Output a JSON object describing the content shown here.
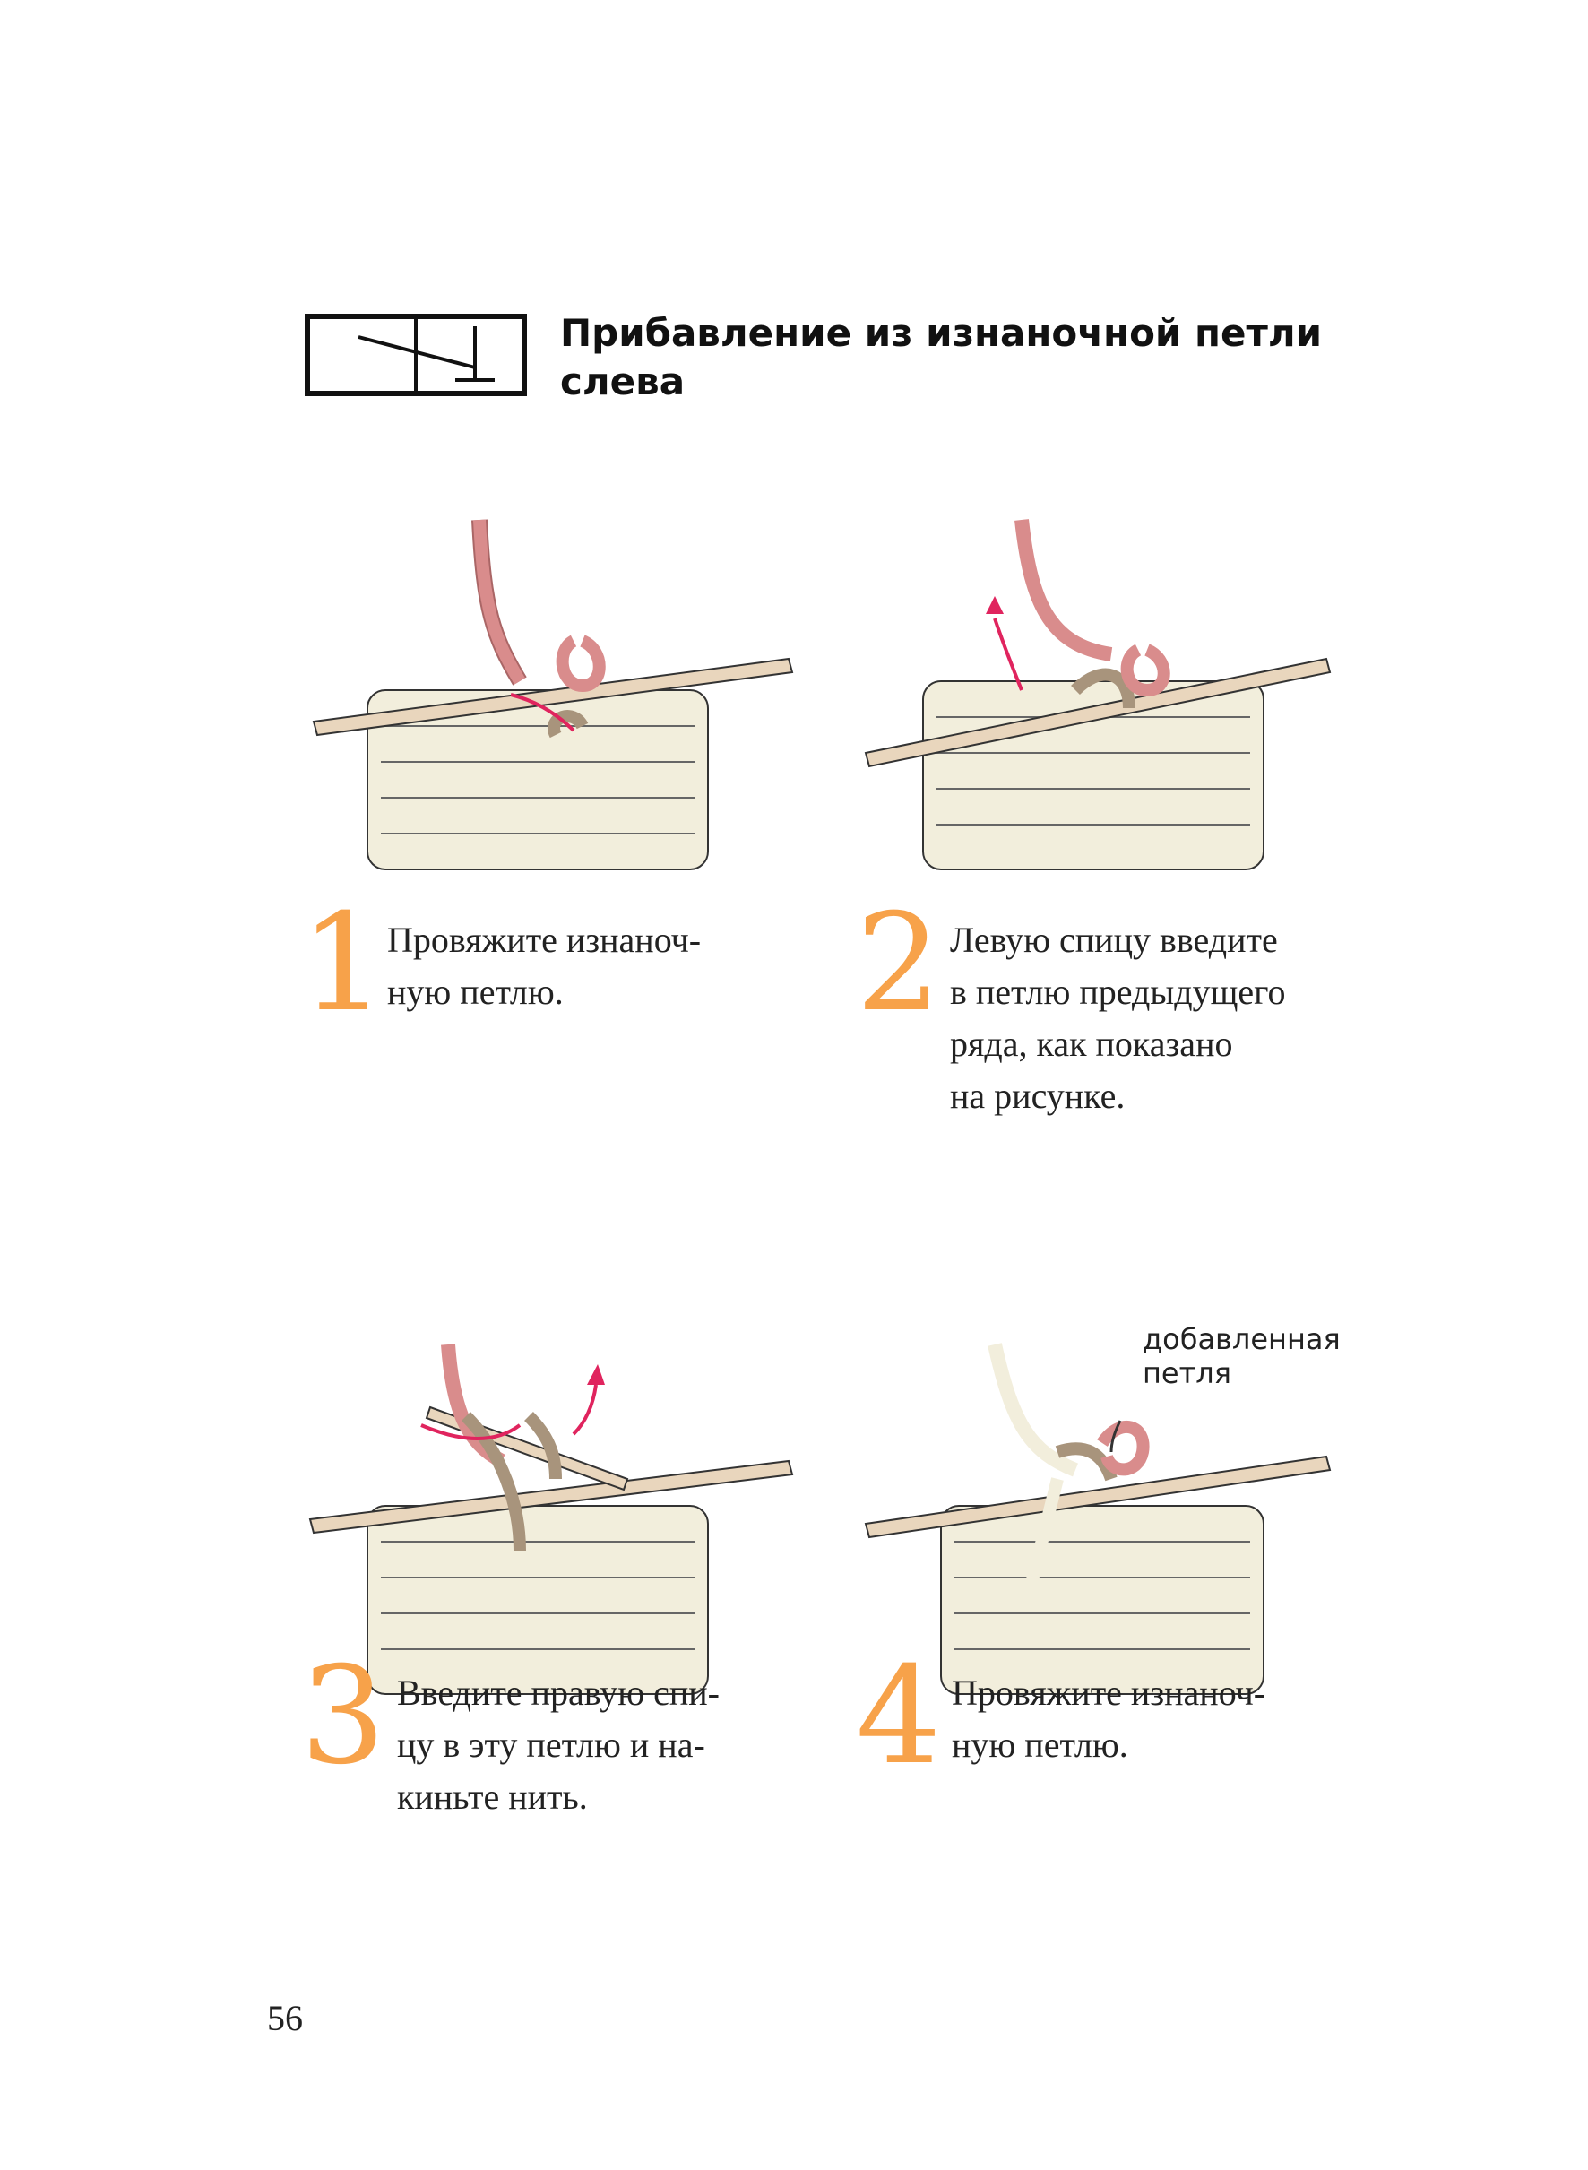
{
  "title": "Прибавление из изнаночной петли слева",
  "steps": [
    {
      "number": "1",
      "text": "Провяжите изнаноч-\nную петлю."
    },
    {
      "number": "2",
      "text": "Левую спицу введите\nв петлю предыдущего\nряда, как показано\nна рисунке."
    },
    {
      "number": "3",
      "text": "Введите правую спи-\nцу в эту петлю и на-\nкиньте нить."
    },
    {
      "number": "4",
      "text": "Провяжите изнаноч-\nную петлю."
    }
  ],
  "annotation": "добавленная\nпетля",
  "page_number": "56",
  "colors": {
    "accent_number": "#f7a24a",
    "yarn_main": "#f2eedc",
    "yarn_working": "#d98c8c",
    "yarn_prev_row": "#a8947c",
    "needle": "#e9d6bd",
    "arrow": "#e0245e"
  }
}
